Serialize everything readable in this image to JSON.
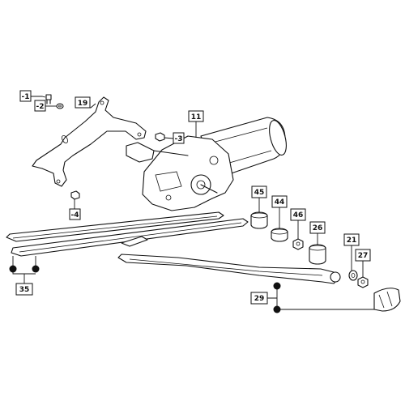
{
  "callouts": {
    "c1": "-1",
    "c2": "-2",
    "c3": "-3",
    "c4": "-4",
    "c19": "19",
    "c11": "11",
    "c45": "45",
    "c44": "44",
    "c46": "46",
    "c26": "26",
    "c21": "21",
    "c27": "27",
    "c29": "29",
    "c35": "35"
  }
}
